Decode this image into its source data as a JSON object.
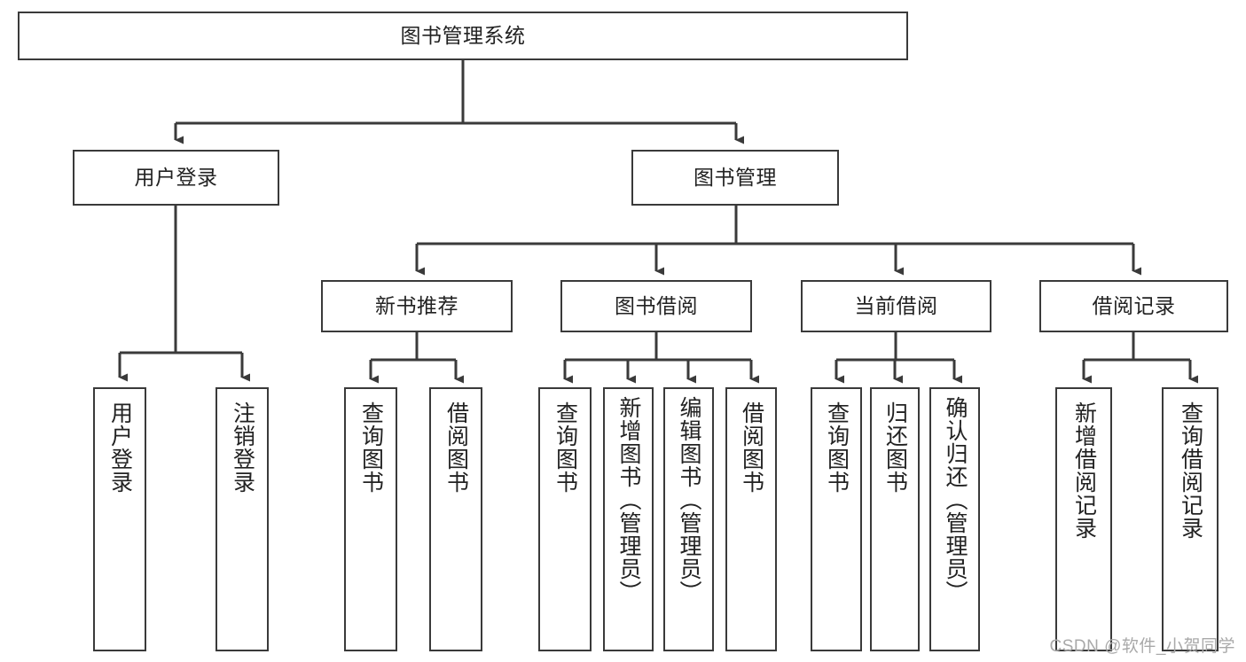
{
  "diagram": {
    "title": "图书管理系统",
    "type": "tree",
    "watermark": "CSDN @软件_小贺同学",
    "colors": {
      "stroke": "#3a3a3a",
      "fill": "#ffffff",
      "text": "#222222",
      "watermark": "#a9a9a9"
    },
    "nodes": {
      "root": {
        "label": "图书管理系统"
      },
      "level2": [
        {
          "label": "用户登录"
        },
        {
          "label": "图书管理"
        }
      ],
      "level3": [
        {
          "label": "新书推荐"
        },
        {
          "label": "图书借阅"
        },
        {
          "label": "当前借阅"
        },
        {
          "label": "借阅记录"
        }
      ],
      "leaves": {
        "user_login": [
          {
            "label": "用户登录"
          },
          {
            "label": "注销登录"
          }
        ],
        "new_book": [
          {
            "label": "查询图书"
          },
          {
            "label": "借阅图书"
          }
        ],
        "book_borrow": [
          {
            "label": "查询图书"
          },
          {
            "label": "新增图书（管理员）"
          },
          {
            "label": "编辑图书（管理员）"
          },
          {
            "label": "借阅图书"
          }
        ],
        "current_borrow": [
          {
            "label": "查询图书"
          },
          {
            "label": "归还图书"
          },
          {
            "label": "确认归还（管理员）"
          }
        ],
        "borrow_record": [
          {
            "label": "新增借阅记录"
          },
          {
            "label": "查询借阅记录"
          }
        ]
      }
    }
  }
}
